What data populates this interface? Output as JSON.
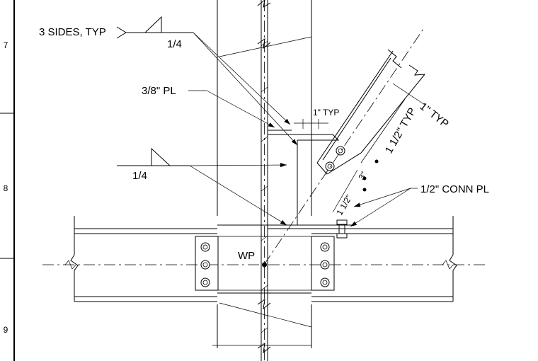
{
  "grid_marks": {
    "row_7": "7",
    "row_8": "8",
    "row_9": "9"
  },
  "labels": {
    "weld_note": "3 SIDES, TYP",
    "weld_size_top": "1/4",
    "plate": "3/8\" PL",
    "weld_size_left": "1/4",
    "typ_1_horizontal": "1\" TYP",
    "typ_1_diagonal": "1\" TYP",
    "typ_1_5": "1 1/2\" TYP",
    "dim_3": "3\"",
    "dim_1_5": "1 1/2\"",
    "conn_plate": "1/2\" CONN PL",
    "work_point": "WP"
  }
}
